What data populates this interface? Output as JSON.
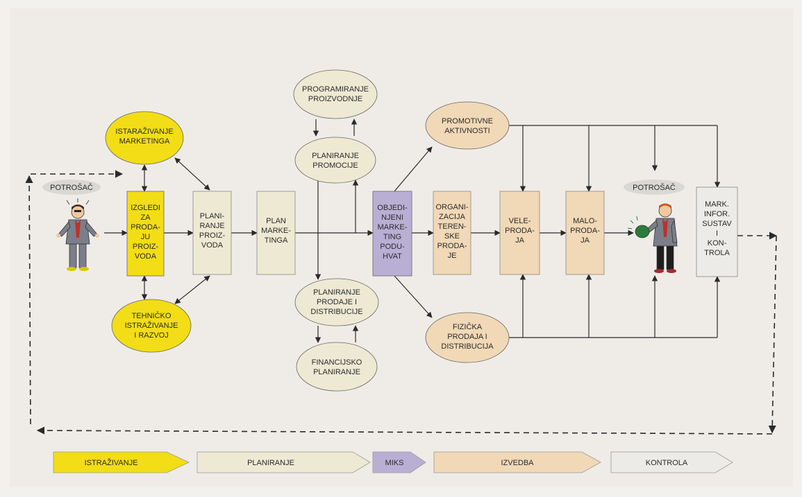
{
  "colors": {
    "yellow": "#f2dd16",
    "cream": "#eee9d3",
    "purple": "#b9afd4",
    "peach": "#f1d8b6",
    "gray": "#d9d8d5",
    "line": "#2a2a2a",
    "background": "#f3f1ee"
  },
  "persons": {
    "left_label": "POTROŠAČ",
    "right_label": "POTROŠAČ"
  },
  "ovals": {
    "istrazivanje_marketinga": [
      "ISTARAŽIVANJE",
      "MARKETINGA"
    ],
    "tehnicko": [
      "TEHNIČKO",
      "ISTRAŽIVANJE",
      "I RAZVOJ"
    ],
    "programiranje": [
      "PROGRAMIRANJE",
      "PROIZVODNJE"
    ],
    "planiranje_promocije": [
      "PLANIRANJE",
      "PROMOCIJE"
    ],
    "planiranje_prodaje": [
      "PLANIRANJE",
      "PRODAJE I",
      "DISTRIBUCIJE"
    ],
    "financijsko": [
      "FINANCIJSKO",
      "PLANIRANJE"
    ],
    "promotivne": [
      "PROMOTIVNE",
      "AKTIVNOSTI"
    ],
    "fizicka": [
      "FIZIČKA",
      "PRODAJA I",
      "DISTRIBUCIJA"
    ]
  },
  "boxes": {
    "izgledi": [
      "IZGLEDI",
      "ZA",
      "PRODA-",
      "JU",
      "PROIZ-",
      "VODA"
    ],
    "planiranje_proizvoda": [
      "PLANI-",
      "RANJE",
      "PROIZ-",
      "VODA"
    ],
    "plan_marketinga": [
      "PLAN",
      "MARKE-",
      "TINGA"
    ],
    "objedinjeni": [
      "OBJEDI-",
      "NJENI",
      "MARKE-",
      "TING",
      "PODU-",
      "HVAT"
    ],
    "organizacija": [
      "ORGANI-",
      "ZACIJA",
      "TEREN-",
      "SKE",
      "PRODA-",
      "JE"
    ],
    "veleprodaja": [
      "VELE-",
      "PRODA-",
      "JA"
    ],
    "maloprodaja": [
      "MALO-",
      "PRODA-",
      "JA"
    ],
    "mark_infor": [
      "MARK.",
      "INFOR.",
      "SUSTAV",
      "I",
      "KON-",
      "TROLA"
    ]
  },
  "phases": [
    {
      "label": "ISTRAŽIVANJE",
      "color": "#f2dd16"
    },
    {
      "label": "PLANIRANJE",
      "color": "#eee9d3"
    },
    {
      "label": "MIKS",
      "color": "#b9afd4"
    },
    {
      "label": "IZVEDBA",
      "color": "#f1d8b6"
    },
    {
      "label": "KONTROLA",
      "color": "#ecebe8"
    }
  ]
}
